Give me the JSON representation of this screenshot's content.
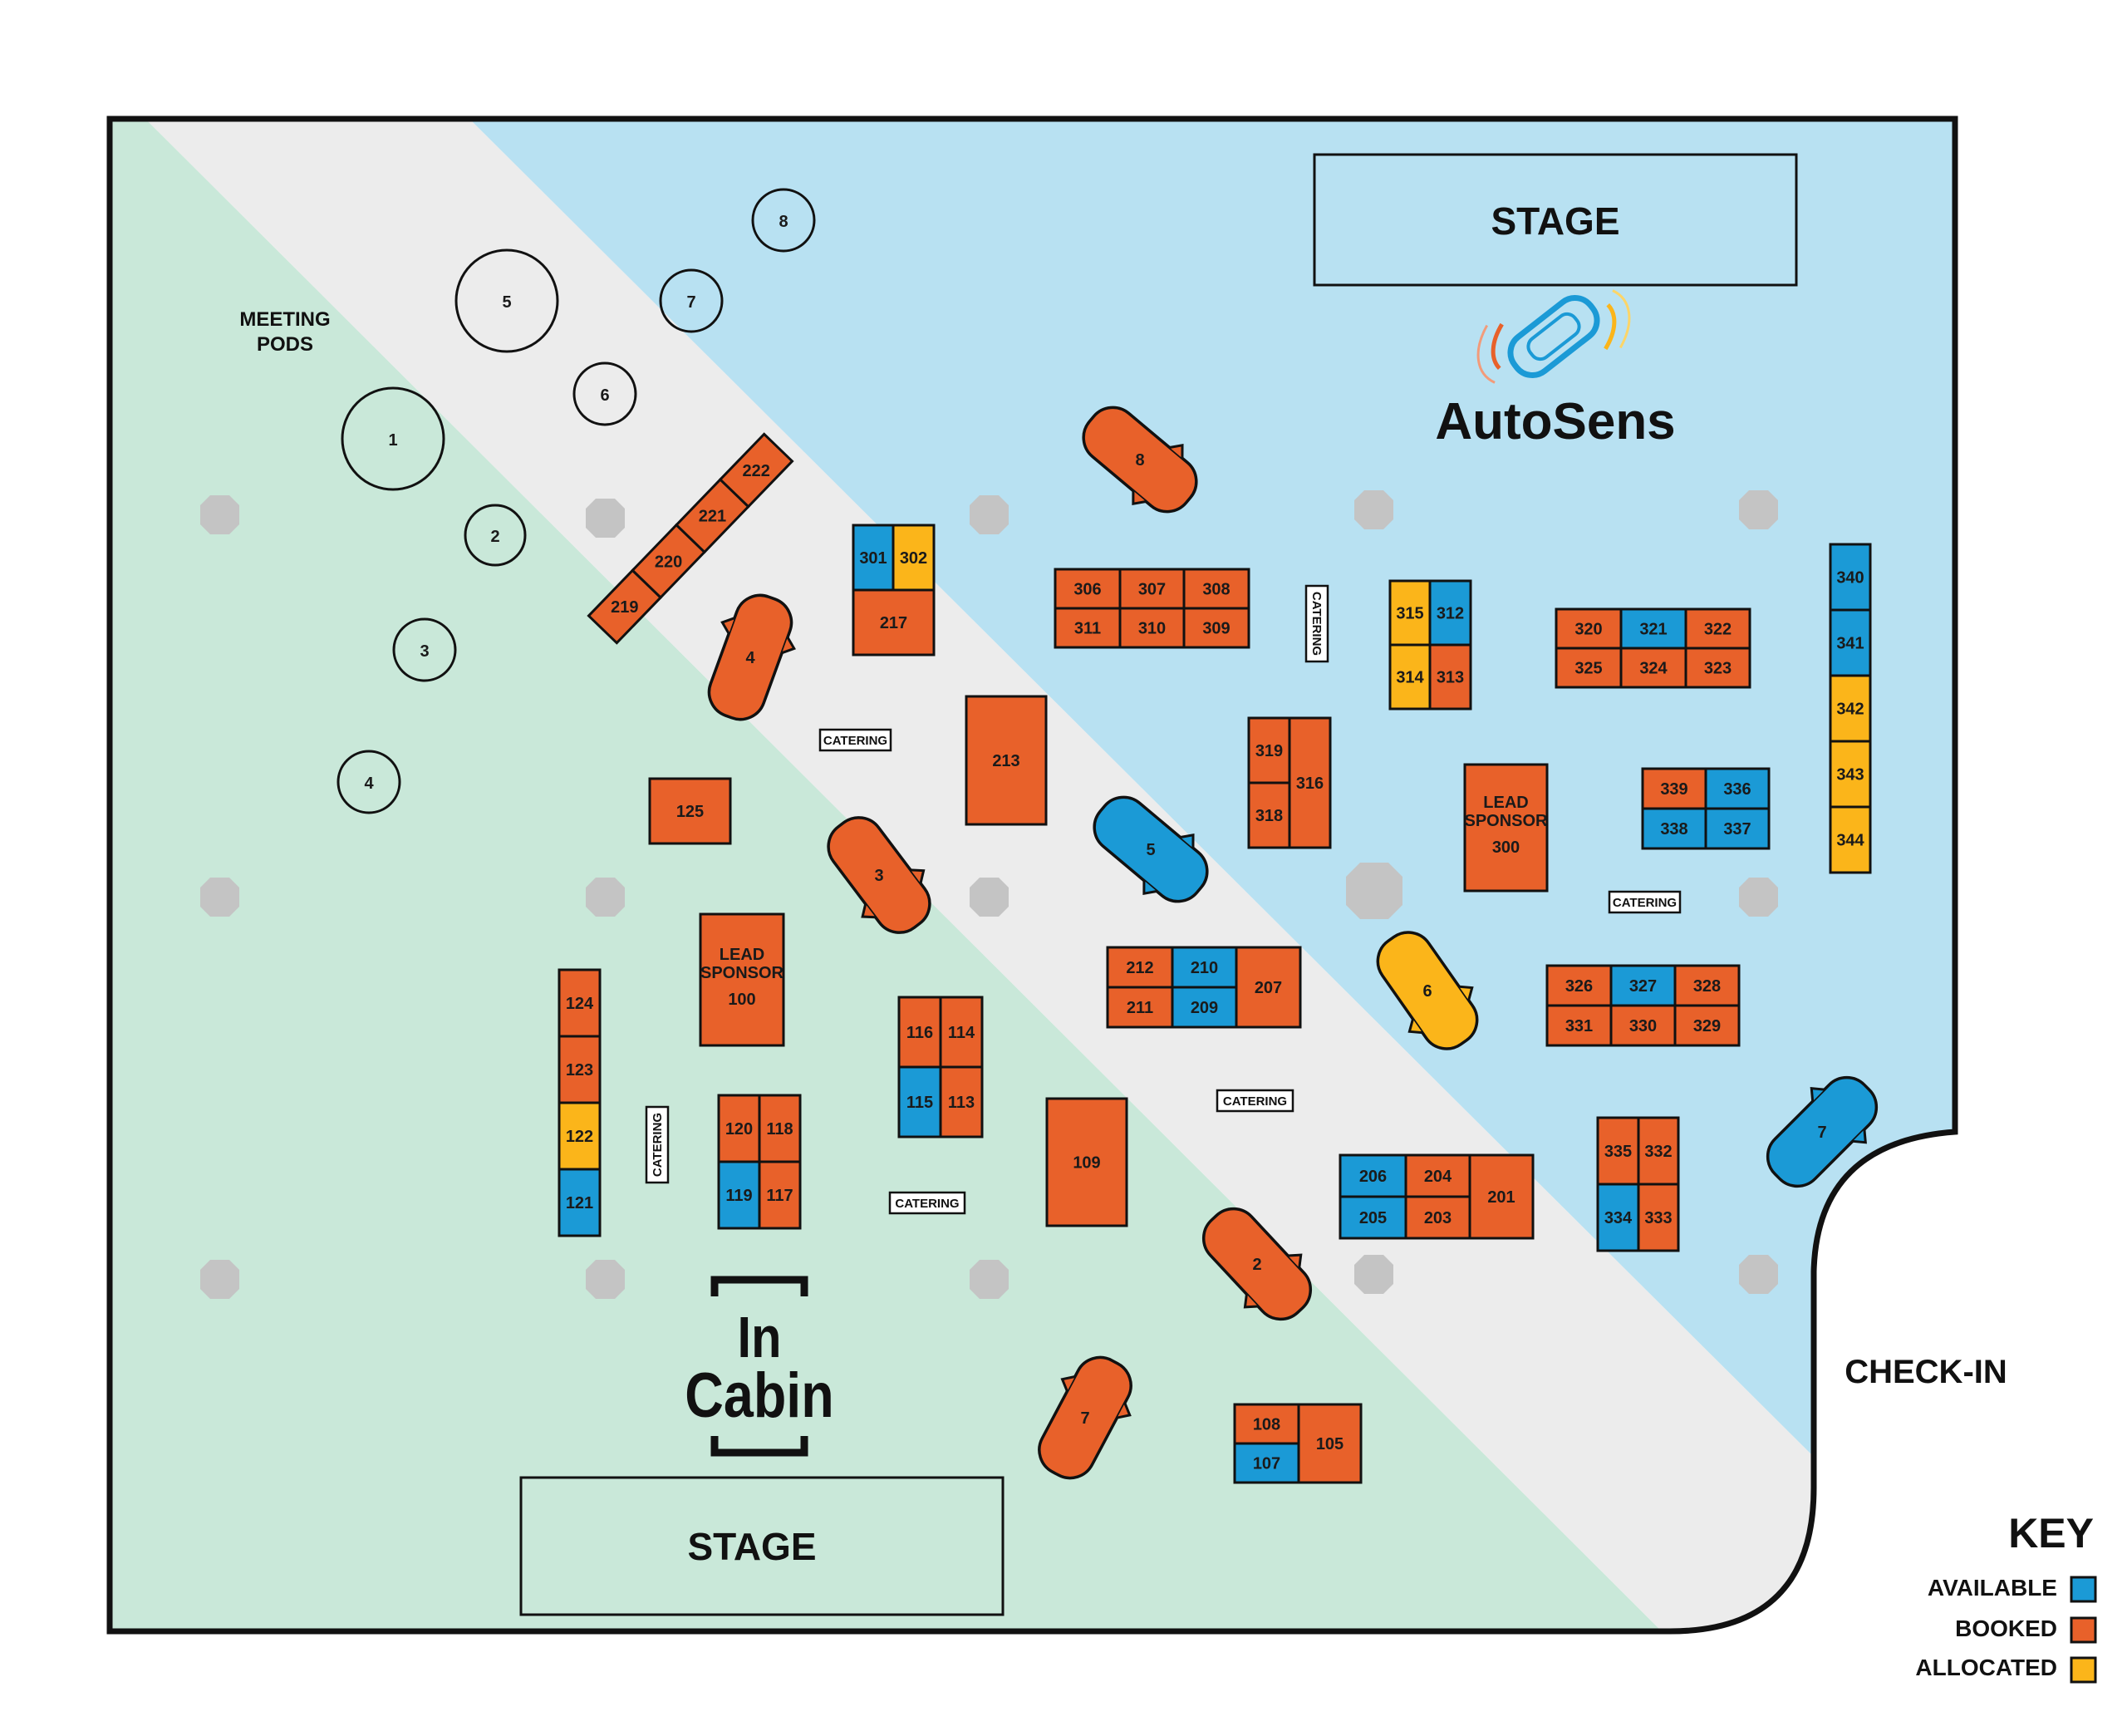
{
  "labels": {
    "stage_top": "STAGE",
    "stage_bottom": "STAGE",
    "meeting_pods": [
      "MEETING",
      "PODS"
    ],
    "check_in": "CHECK-IN",
    "autosens": "AutoSens",
    "incabin": [
      "In",
      "Cabin"
    ],
    "catering": "CATERING"
  },
  "key": {
    "title": "KEY",
    "items": [
      {
        "label": "AVAILABLE",
        "status": "available"
      },
      {
        "label": "BOOKED",
        "status": "booked"
      },
      {
        "label": "ALLOCATED",
        "status": "allocated"
      }
    ]
  },
  "colors": {
    "available": "#1b9ad6",
    "booked": "#e8612a",
    "allocated": "#fbb51a",
    "zone_green": "#c9e8d9",
    "zone_blue": "#b8e1f2",
    "aisle": "#ececec",
    "column": "#c4c4c4"
  },
  "booths": {
    "b124": {
      "number": "124",
      "status": "booked"
    },
    "b123": {
      "number": "123",
      "status": "booked"
    },
    "b122": {
      "number": "122",
      "status": "allocated"
    },
    "b121": {
      "number": "121",
      "status": "available"
    },
    "b100": {
      "number": "100",
      "status": "booked",
      "title": [
        "LEAD",
        "SPONSOR"
      ]
    },
    "b125": {
      "number": "125",
      "status": "booked"
    },
    "b120": {
      "number": "120",
      "status": "booked"
    },
    "b118": {
      "number": "118",
      "status": "booked"
    },
    "b119": {
      "number": "119",
      "status": "available"
    },
    "b117": {
      "number": "117",
      "status": "booked"
    },
    "b116": {
      "number": "116",
      "status": "booked"
    },
    "b114": {
      "number": "114",
      "status": "booked"
    },
    "b115": {
      "number": "115",
      "status": "available"
    },
    "b113": {
      "number": "113",
      "status": "booked"
    },
    "b109": {
      "number": "109",
      "status": "booked"
    },
    "b108": {
      "number": "108",
      "status": "booked"
    },
    "b107": {
      "number": "107",
      "status": "available"
    },
    "b105": {
      "number": "105",
      "status": "booked"
    },
    "b213": {
      "number": "213",
      "status": "booked"
    },
    "b217": {
      "number": "217",
      "status": "booked"
    },
    "b212": {
      "number": "212",
      "status": "booked"
    },
    "b210": {
      "number": "210",
      "status": "available"
    },
    "b211": {
      "number": "211",
      "status": "booked"
    },
    "b209": {
      "number": "209",
      "status": "available"
    },
    "b207": {
      "number": "207",
      "status": "booked"
    },
    "b206": {
      "number": "206",
      "status": "available"
    },
    "b204": {
      "number": "204",
      "status": "booked"
    },
    "b205": {
      "number": "205",
      "status": "available"
    },
    "b203": {
      "number": "203",
      "status": "booked"
    },
    "b201": {
      "number": "201",
      "status": "booked"
    },
    "b219": {
      "number": "219",
      "status": "booked"
    },
    "b220": {
      "number": "220",
      "status": "booked"
    },
    "b221": {
      "number": "221",
      "status": "booked"
    },
    "b222": {
      "number": "222",
      "status": "booked"
    },
    "b301": {
      "number": "301",
      "status": "available"
    },
    "b302": {
      "number": "302",
      "status": "allocated"
    },
    "b306": {
      "number": "306",
      "status": "booked"
    },
    "b307": {
      "number": "307",
      "status": "booked"
    },
    "b308": {
      "number": "308",
      "status": "booked"
    },
    "b311": {
      "number": "311",
      "status": "booked"
    },
    "b310": {
      "number": "310",
      "status": "booked"
    },
    "b309": {
      "number": "309",
      "status": "booked"
    },
    "b315": {
      "number": "315",
      "status": "allocated"
    },
    "b312": {
      "number": "312",
      "status": "available"
    },
    "b314": {
      "number": "314",
      "status": "allocated"
    },
    "b313": {
      "number": "313",
      "status": "booked"
    },
    "b319": {
      "number": "319",
      "status": "booked"
    },
    "b318": {
      "number": "318",
      "status": "booked"
    },
    "b316": {
      "number": "316",
      "status": "booked"
    },
    "b300": {
      "number": "300",
      "status": "booked",
      "title": [
        "LEAD",
        "SPONSOR"
      ]
    },
    "b320": {
      "number": "320",
      "status": "booked"
    },
    "b321": {
      "number": "321",
      "status": "available"
    },
    "b322": {
      "number": "322",
      "status": "booked"
    },
    "b325": {
      "number": "325",
      "status": "booked"
    },
    "b324": {
      "number": "324",
      "status": "booked"
    },
    "b323": {
      "number": "323",
      "status": "booked"
    },
    "b339": {
      "number": "339",
      "status": "booked"
    },
    "b336": {
      "number": "336",
      "status": "available"
    },
    "b338": {
      "number": "338",
      "status": "available"
    },
    "b337": {
      "number": "337",
      "status": "available"
    },
    "b326": {
      "number": "326",
      "status": "booked"
    },
    "b327": {
      "number": "327",
      "status": "available"
    },
    "b328": {
      "number": "328",
      "status": "booked"
    },
    "b331": {
      "number": "331",
      "status": "booked"
    },
    "b330": {
      "number": "330",
      "status": "booked"
    },
    "b329": {
      "number": "329",
      "status": "booked"
    },
    "b335": {
      "number": "335",
      "status": "booked"
    },
    "b332": {
      "number": "332",
      "status": "booked"
    },
    "b334": {
      "number": "334",
      "status": "available"
    },
    "b333": {
      "number": "333",
      "status": "booked"
    },
    "b340": {
      "number": "340",
      "status": "available"
    },
    "b341": {
      "number": "341",
      "status": "available"
    },
    "b342": {
      "number": "342",
      "status": "allocated"
    },
    "b343": {
      "number": "343",
      "status": "allocated"
    },
    "b344": {
      "number": "344",
      "status": "allocated"
    }
  },
  "pods": {
    "left": [
      "1",
      "2",
      "3",
      "4",
      "5",
      "6"
    ],
    "right": [
      "7",
      "8"
    ]
  },
  "cars": {
    "c2": {
      "number": "2",
      "status": "booked"
    },
    "c3": {
      "number": "3",
      "status": "booked"
    },
    "c4": {
      "number": "4",
      "status": "booked"
    },
    "c5": {
      "number": "5",
      "status": "available"
    },
    "c6": {
      "number": "6",
      "status": "allocated"
    },
    "c7a": {
      "number": "7",
      "status": "available"
    },
    "c7b": {
      "number": "7",
      "status": "booked"
    },
    "c8": {
      "number": "8",
      "status": "booked"
    }
  }
}
